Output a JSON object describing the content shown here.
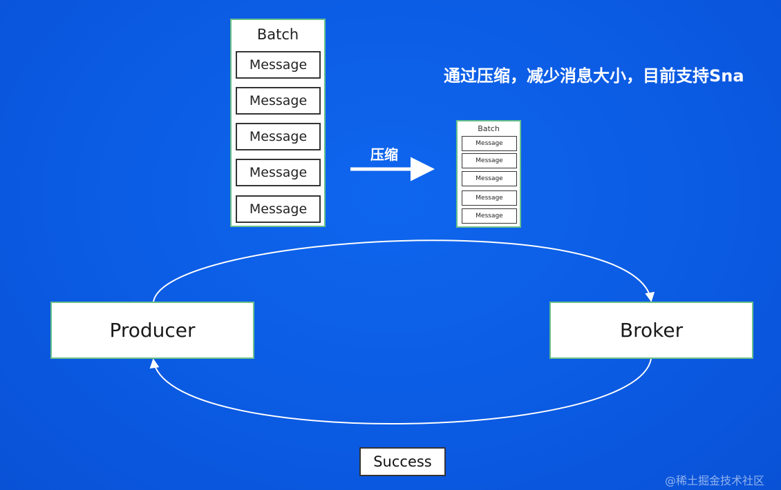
{
  "headline": "通过压缩，减少消息大小，目前支持Sna",
  "compress_label": "压缩",
  "batch_big": {
    "title": "Batch",
    "messages": [
      "Message",
      "Message",
      "Message",
      "Message",
      "Message"
    ]
  },
  "batch_small": {
    "title": "Batch",
    "messages": [
      "Message",
      "Message",
      "Message",
      "Message",
      "Message"
    ]
  },
  "producer_label": "Producer",
  "broker_label": "Broker",
  "success_label": "Success",
  "watermark": "@稀土掘金技术社区",
  "colors": {
    "background": "#0b5ae2",
    "box_border": "#6ac08a",
    "line": "#ffffff"
  }
}
